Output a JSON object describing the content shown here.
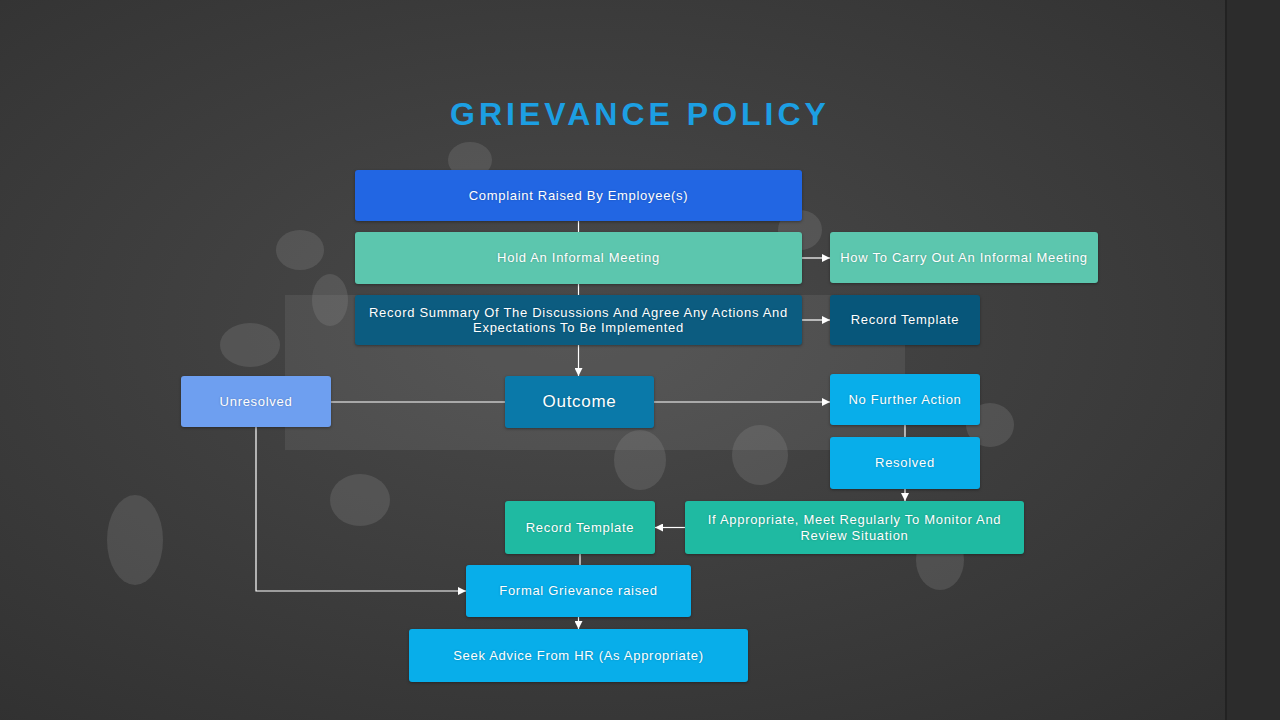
{
  "diagram": {
    "title": "GRIEVANCE POLICY",
    "nodes": [
      {
        "text": [
          "Complaint Raised By Employee(s)"
        ]
      },
      {
        "text": [
          "Hold An Informal Meeting"
        ]
      },
      {
        "text": [
          "How To Carry Out An Informal Meeting"
        ]
      },
      {
        "text": [
          "Record Summary Of The Discussions And Agree Any Actions And Expectations To Be Implemented"
        ]
      },
      {
        "text": [
          "Record Template"
        ]
      },
      {
        "text": [
          "Unresolved"
        ]
      },
      {
        "text": [
          "Outcome"
        ]
      },
      {
        "text": [
          "No Further Action"
        ]
      },
      {
        "text": [
          "Resolved"
        ]
      },
      {
        "text": [
          "Record Template"
        ]
      },
      {
        "text": [
          "If Appropriate, Meet Regularly To Monitor And Review Situation"
        ]
      },
      {
        "text": [
          "Formal Grievance raised"
        ]
      },
      {
        "text": [
          "Seek Advice From HR (As Appropriate)"
        ]
      }
    ],
    "edges": [
      {
        "from": 0,
        "to": 1,
        "arrow": "none"
      },
      {
        "from": 1,
        "to": 2,
        "arrow": "to"
      },
      {
        "from": 1,
        "to": 3,
        "arrow": "none"
      },
      {
        "from": 3,
        "to": 4,
        "arrow": "to"
      },
      {
        "from": 3,
        "to": 6,
        "arrow": "to"
      },
      {
        "from": 6,
        "to": 5,
        "arrow": "none"
      },
      {
        "from": 6,
        "to": 7,
        "arrow": "to"
      },
      {
        "from": 7,
        "to": 8,
        "arrow": "none"
      },
      {
        "from": 8,
        "to": 10,
        "arrow": "to"
      },
      {
        "from": 10,
        "to": 9,
        "arrow": "to"
      },
      {
        "from": 9,
        "to": 11,
        "arrow": "none"
      },
      {
        "from": 5,
        "to": 11,
        "arrow": "to"
      },
      {
        "from": 11,
        "to": 12,
        "arrow": "to"
      }
    ]
  }
}
